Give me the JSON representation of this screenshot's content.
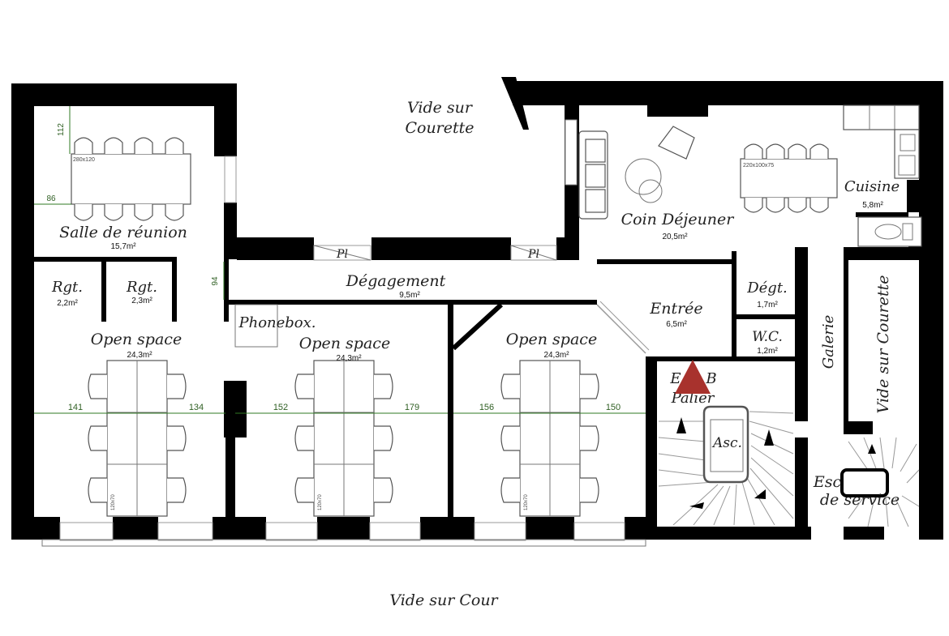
{
  "rooms": {
    "reunion": {
      "label": "Salle de réunion",
      "area": "15,7m²"
    },
    "rgt1": {
      "label": "Rgt.",
      "area": "2,2m²"
    },
    "rgt2": {
      "label": "Rgt.",
      "area": "2,3m²"
    },
    "degagement": {
      "label": "Dégagement",
      "area": "9,5m²"
    },
    "open1": {
      "label": "Open space",
      "area": "24,3m²"
    },
    "open2": {
      "label": "Open space",
      "area": "24,3m²"
    },
    "open3": {
      "label": "Open space",
      "area": "24,3m²"
    },
    "phonebox": {
      "label": "Phonebox."
    },
    "dejeuner": {
      "label": "Coin Déjeuner",
      "area": "20,5m²"
    },
    "cuisine": {
      "label": "Cuisine",
      "area": "5,8m²"
    },
    "entree": {
      "label": "Entrée",
      "area": "6,5m²"
    },
    "degt": {
      "label": "Dégt.",
      "area": "1,7m²"
    },
    "wc": {
      "label": "W.C.",
      "area": "1,2m²"
    },
    "galerie": {
      "label": "Galerie"
    },
    "palier": {
      "label": "Palier",
      "prefix": "E",
      "suffix": "B"
    },
    "asc": {
      "label": "Asc."
    },
    "esc_service": {
      "label1": "Esc",
      "label2": "de service"
    }
  },
  "exterior": {
    "courette_top_1": "Vide sur",
    "courette_top_2": "Courette",
    "courette_right": "Vide sur Courette",
    "cour": "Vide sur Cour"
  },
  "placards": {
    "p1": "Pl",
    "p2": "Pl"
  },
  "dimensions": {
    "d112": "112",
    "d86": "86",
    "d94": "94",
    "d141": "141",
    "d134": "134",
    "d152": "152",
    "d179": "179",
    "d156": "156",
    "d150": "150"
  },
  "furniture": {
    "table_reunion": "280x120",
    "table_dejeuner": "220x100x75",
    "desk_size": "120x70"
  },
  "colors": {
    "wall": "#000000",
    "dimension": "#2f7a23",
    "marker": "#a8322d"
  },
  "icons": {
    "position_marker": "red-triangle-marker"
  }
}
